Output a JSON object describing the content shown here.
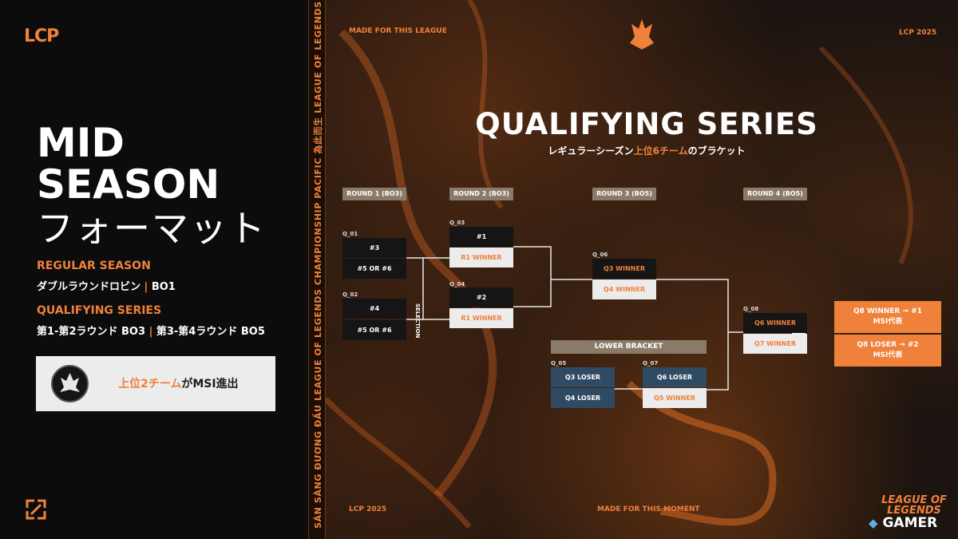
{
  "left": {
    "logo": "LCP",
    "title_line1": "MID",
    "title_line2": "SEASON",
    "title_line3": "フォーマット",
    "regular_heading": "REGULAR SEASON",
    "regular_text": "ダブルラウンドロビン",
    "regular_sep": "|",
    "regular_format": "BO1",
    "qual_heading": "QUALIFYING SERIES",
    "qual_text_a": "第1-第2ラウンド BO3",
    "qual_sep": "|",
    "qual_text_b": "第3-第4ラウンド BO5",
    "msi_highlight": "上位2チーム",
    "msi_rest": "がMSI進出"
  },
  "strip": {
    "text": "SÁN SÀNG ĐƯƠNG ĐẦU  LEAGUE OF LEGENDS CHAMPIONSHIP PACIFIC  為此而生  LEAGUE OF LEGENDS  SÁN SÀNG ĐƯƠNG ĐẦU  LEAGUE OF LEGENDS CHAMPIONSHIP PACIFIC"
  },
  "header": {
    "top_left": "MADE FOR THIS LEAGUE",
    "top_right": "LCP 2025",
    "bottom_left": "LCP 2025",
    "bottom_center": "MADE FOR THIS MOMENT"
  },
  "title": {
    "main": "QUALIFYING SERIES",
    "sub_a": "レギュラーシーズン",
    "sub_hl": "上位6チーム",
    "sub_b": "のブラケット"
  },
  "rounds": [
    "ROUND 1 (BO3)",
    "ROUND 2 (BO3)",
    "ROUND 3 (BO5)",
    "ROUND 4 (BO5)"
  ],
  "bracket": {
    "q01": {
      "id": "Q_01",
      "top": "#3",
      "bottom": "#5 OR #6"
    },
    "q02": {
      "id": "Q_02",
      "top": "#4",
      "bottom": "#5 OR #6"
    },
    "selection": "SELECTION",
    "q03": {
      "id": "Q_03",
      "top": "#1",
      "bottom": "R1 WINNER"
    },
    "q04": {
      "id": "Q_04",
      "top": "#2",
      "bottom": "R1 WINNER"
    },
    "q06": {
      "id": "Q_06",
      "top": "Q3 WINNER",
      "bottom": "Q4 WINNER"
    },
    "lower": "LOWER BRACKET",
    "q05": {
      "id": "Q_05",
      "top": "Q3 LOSER",
      "bottom": "Q4 LOSER"
    },
    "q07": {
      "id": "Q_07",
      "top": "Q6 LOSER",
      "bottom": "Q5 WINNER"
    },
    "q08": {
      "id": "Q_08",
      "top": "Q6 WINNER",
      "bottom": "Q7 WINNER"
    },
    "final_win_1": "Q8 WINNER → #1",
    "final_win_2": "MSI代表",
    "final_lose_1": "Q8 LOSER → #2",
    "final_lose_2": "MSI代表"
  },
  "branding": {
    "lol_line1": "LEAGUE OF",
    "lol_line2": "LEGENDS",
    "gamer": "GAMER"
  },
  "colors": {
    "accent": "#f0813a",
    "dark_box": "#151515",
    "light_box": "#ececec",
    "blue_box": "#2f4a63",
    "round_label": "#8a7a67"
  }
}
